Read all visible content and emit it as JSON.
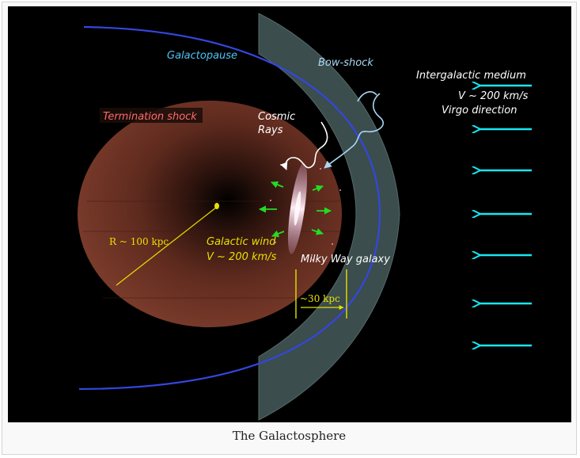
{
  "caption": "The Galactosphere",
  "labels": {
    "galactopause": "Galactopause",
    "bow_shock": "Bow-shock",
    "termination_shock": "Termination shock",
    "cosmic_rays_line1": "Cosmic",
    "cosmic_rays_line2": "Rays",
    "intergalactic_medium": "Intergalactic medium",
    "velocity": "V ~ 200 km/s",
    "virgo_direction": "Virgo direction",
    "radius": "R ~ 100 kpc",
    "galactic_wind_line1": "Galactic wind",
    "galactic_wind_line2": "V ~ 200 km/s",
    "milky_way": "Milky Way galaxy",
    "width_30kpc": "~30 kpc"
  },
  "colors": {
    "background": "#000000",
    "termination_sphere": "#7a3a2a",
    "bow_shock_fill": "#3b4d4d",
    "galactopause_line": "#3347e0",
    "cyan_arrows": "#19e6f0",
    "green_arrows": "#22dd22",
    "yellow_lines": "#e8e000",
    "termination_label": "#ff6a6a",
    "galactopause_label": "#4fc3f7"
  },
  "icons": {
    "incoming_flow": "left-arrow-icon",
    "wind_flow": "green-arrow-icon",
    "cosmic_ray_path": "wavy-arrow-icon"
  }
}
